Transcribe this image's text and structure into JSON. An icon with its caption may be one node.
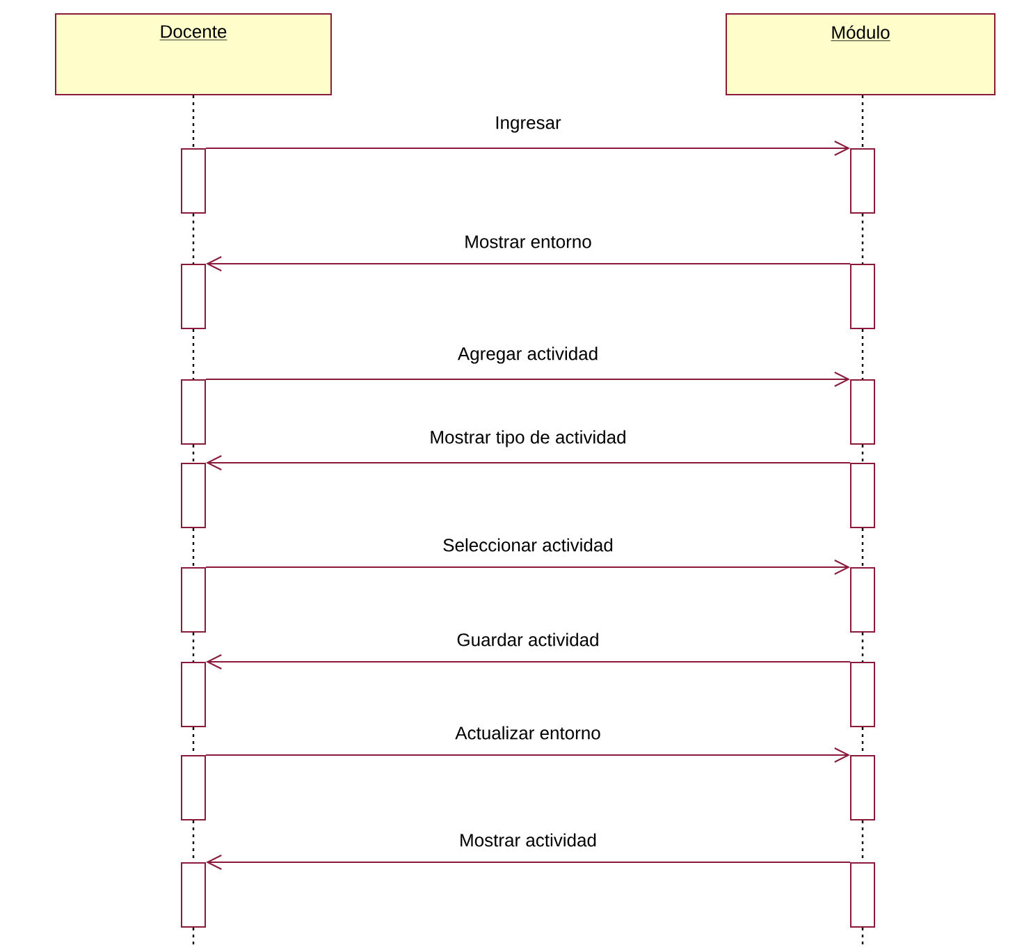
{
  "diagram": {
    "nodes": [
      {
        "text": [
          "Docente"
        ]
      },
      {
        "text": [
          "Módulo"
        ]
      },
      {
        "text": [],
        "shape": "bar"
      },
      {
        "text": [],
        "shape": "bar"
      },
      {
        "text": [],
        "shape": "bar"
      },
      {
        "text": [],
        "shape": "bar"
      },
      {
        "text": [],
        "shape": "bar"
      },
      {
        "text": [],
        "shape": "bar"
      },
      {
        "text": [],
        "shape": "bar"
      },
      {
        "text": [],
        "shape": "bar"
      },
      {
        "text": [],
        "shape": "bar"
      },
      {
        "text": [],
        "shape": "bar"
      },
      {
        "text": [],
        "shape": "bar"
      },
      {
        "text": [],
        "shape": "bar"
      },
      {
        "text": [],
        "shape": "bar"
      },
      {
        "text": [],
        "shape": "bar"
      },
      {
        "text": [],
        "shape": "bar"
      },
      {
        "text": [],
        "shape": "bar"
      }
    ],
    "edges": [
      {
        "from": 2,
        "to": 3,
        "arrow": "to",
        "label": "Ingresar",
        "color": "#8b1a3a"
      },
      {
        "from": 5,
        "to": 4,
        "arrow": "to",
        "label": "Mostrar entorno",
        "color": "#8b1a3a"
      },
      {
        "from": 6,
        "to": 7,
        "arrow": "to",
        "label": "Agregar actividad",
        "color": "#8b1a3a"
      },
      {
        "from": 9,
        "to": 8,
        "arrow": "to",
        "label": "Mostrar tipo de actividad",
        "color": "#8b1a3a"
      },
      {
        "from": 10,
        "to": 11,
        "arrow": "to",
        "label": "Seleccionar actividad",
        "color": "#8b1a3a"
      },
      {
        "from": 13,
        "to": 12,
        "arrow": "to",
        "label": "Guardar actividad",
        "color": "#8b1a3a"
      },
      {
        "from": 14,
        "to": 15,
        "arrow": "to",
        "label": "Actualizar entorno",
        "color": "#8b1a3a"
      },
      {
        "from": 17,
        "to": 16,
        "arrow": "to",
        "label": "Mostrar actividad",
        "color": "#8b1a3a"
      },
      {
        "from": 0,
        "to": 2,
        "arrow": "none",
        "style": "dashed"
      },
      {
        "from": 2,
        "to": 4,
        "arrow": "none",
        "style": "dashed"
      },
      {
        "from": 4,
        "to": 6,
        "arrow": "none",
        "style": "dashed"
      },
      {
        "from": 6,
        "to": 8,
        "arrow": "none",
        "style": "dashed"
      },
      {
        "from": 8,
        "to": 10,
        "arrow": "none",
        "style": "dashed"
      },
      {
        "from": 10,
        "to": 12,
        "arrow": "none",
        "style": "dashed"
      },
      {
        "from": 12,
        "to": 14,
        "arrow": "none",
        "style": "dashed"
      },
      {
        "from": 14,
        "to": 16,
        "arrow": "none",
        "style": "dashed"
      },
      {
        "from": 16,
        "to": null,
        "arrow": "none",
        "style": "dashed"
      },
      {
        "from": 1,
        "to": 3,
        "arrow": "none",
        "style": "dashed"
      },
      {
        "from": 3,
        "to": 5,
        "arrow": "none",
        "style": "dashed"
      },
      {
        "from": 5,
        "to": 7,
        "arrow": "none",
        "style": "dashed"
      },
      {
        "from": 7,
        "to": 9,
        "arrow": "none",
        "style": "dashed"
      },
      {
        "from": 9,
        "to": 11,
        "arrow": "none",
        "style": "dashed"
      },
      {
        "from": 11,
        "to": 13,
        "arrow": "none",
        "style": "dashed"
      },
      {
        "from": 13,
        "to": 15,
        "arrow": "none",
        "style": "dashed"
      },
      {
        "from": 15,
        "to": 17,
        "arrow": "none",
        "style": "dashed"
      },
      {
        "from": 17,
        "to": null,
        "arrow": "none",
        "style": "dashed"
      }
    ]
  }
}
